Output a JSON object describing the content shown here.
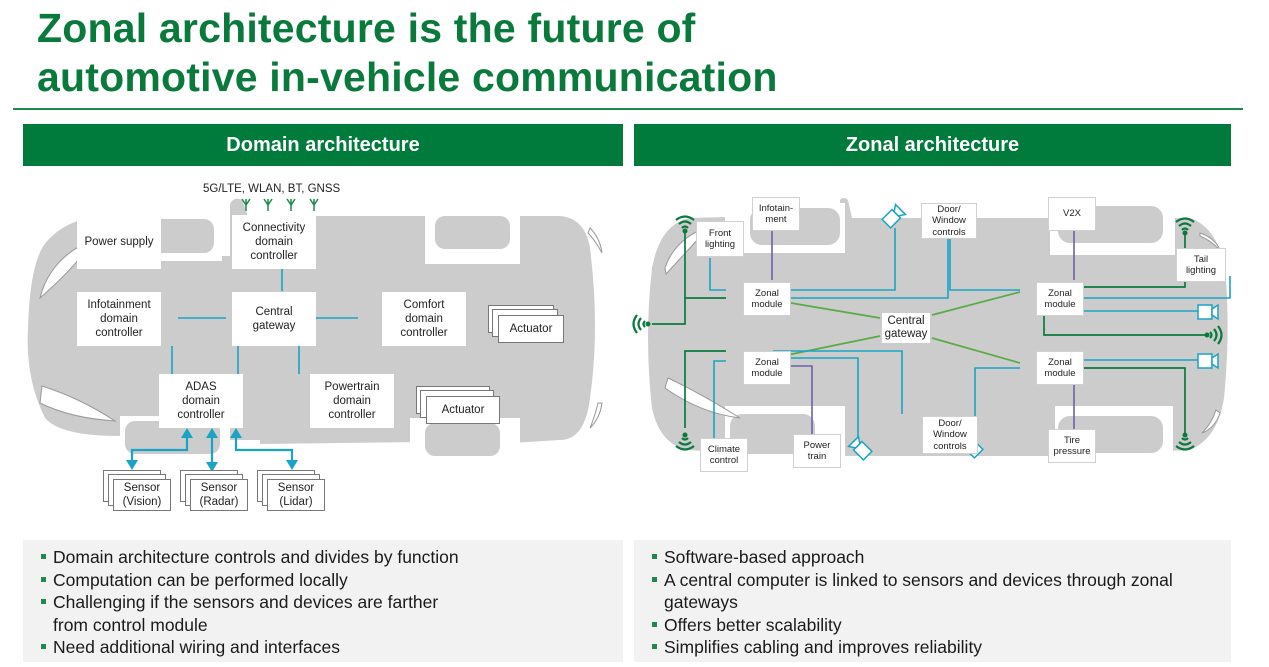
{
  "title": {
    "line1": "Zonal architecture is the future of",
    "line2": "automotive in-vehicle communication"
  },
  "colors": {
    "brand_green": "#007b3b",
    "link_cyan": "#1aa3c4",
    "zonal_green": "#5aab46",
    "wireless_green": "#0a7a3c",
    "local_purple": "#6b62a8",
    "car_gray": "#cccccc",
    "bullet_bg": "#f2f2f2"
  },
  "domain": {
    "heading": "Domain architecture",
    "connectivity_label": "5G/LTE, WLAN, BT, GNSS",
    "boxes": {
      "power_supply": "Power supply",
      "connectivity": "Connectivity\ndomain\ncontroller",
      "infotainment": "Infotainment\ndomain\ncontroller",
      "central_gateway": "Central\ngateway",
      "comfort": "Comfort\ndomain\ncontroller",
      "adas": "ADAS\ndomain\ncontroller",
      "powertrain": "Powertrain\ndomain\ncontroller"
    },
    "actuators": [
      "Actuator",
      "Actuator"
    ],
    "sensors": [
      "Sensor\n(Vision)",
      "Sensor\n(Radar)",
      "Sensor\n(Lidar)"
    ],
    "bullets": [
      "Domain architecture controls and divides by function",
      "Computation can be performed locally",
      "Challenging if the sensors and devices are farther\nfrom control module",
      "Need additional wiring and interfaces"
    ]
  },
  "zonal": {
    "heading": "Zonal architecture",
    "boxes": {
      "central_gateway": "Central\ngateway",
      "zonal_module": "Zonal\nmodule",
      "front_lighting": "Front\nlighting",
      "infotainment": "Infotain-\nment",
      "door_window_top": "Door/\nWindow\ncontrols",
      "v2x": "V2X",
      "tail_lighting": "Tail\nlighting",
      "climate_control": "Climate\ncontrol",
      "power_train": "Power\ntrain",
      "door_window_bottom": "Door/\nWindow\ncontrols",
      "tire_pressure": "Tire\npressure"
    },
    "bullets": [
      "Software-based approach",
      "A central computer is linked to sensors and devices through zonal\ngateways",
      "Offers better scalability",
      "Simplifies cabling and improves reliability"
    ]
  }
}
